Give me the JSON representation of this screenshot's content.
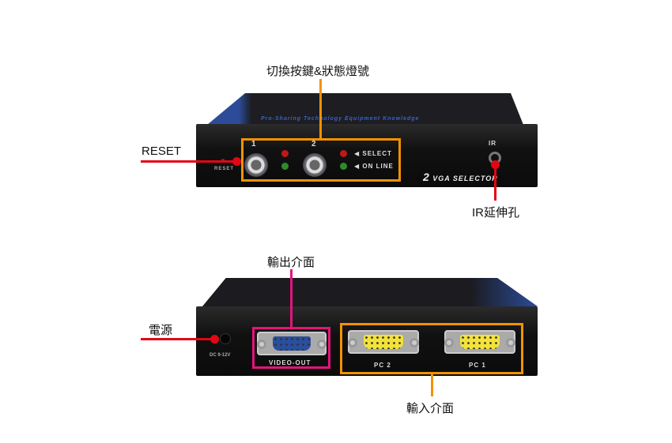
{
  "front_view": {
    "brand_slogan": "Pro-Sharing Technology Equipment Knowledge",
    "button_1_label": "1",
    "button_2_label": "2",
    "select_label": "◀ SELECT",
    "online_label": "◀ ON LINE",
    "reset_port_label": "RESET",
    "ir_port_label": "IR",
    "model_number": "2",
    "model_name": "VGA SELECTOR",
    "annotations": {
      "buttons_leds": "切換按鍵&狀態燈號",
      "reset": "RESET",
      "ir": "IR延伸孔"
    }
  },
  "rear_view": {
    "power_label": "DC 9-12V",
    "video_out_label": "VIDEO-OUT",
    "pc2_label": "PC 2",
    "pc1_label": "PC 1",
    "annotations": {
      "output": "輸出介面",
      "power": "電源",
      "input": "輸入介面"
    }
  },
  "colors": {
    "orange": "#f39200",
    "red": "#e30613",
    "pink": "#e4147c",
    "blue_port": "#2a4fa0",
    "yellow_port": "#f2e23a"
  }
}
